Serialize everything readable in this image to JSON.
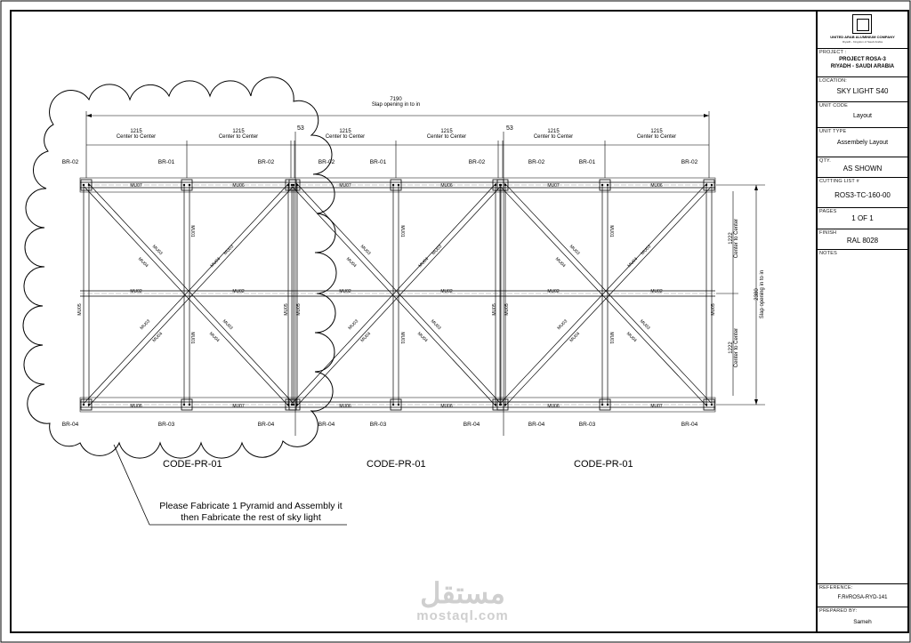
{
  "drawing": {
    "overall_width": "7190",
    "overall_width_note": "Slap opening in to in",
    "bay_widths": [
      {
        "value": "1215",
        "note": "Center to Center"
      },
      {
        "value": "1215",
        "note": "Center to Center"
      },
      {
        "value": "1215",
        "note": "Center to Center"
      },
      {
        "value": "1215",
        "note": "Center to Center"
      },
      {
        "value": "1215",
        "note": "Center to Center"
      },
      {
        "value": "1215",
        "note": "Center to Center"
      }
    ],
    "gap_labels": [
      "53",
      "53"
    ],
    "overall_height": "2380",
    "overall_height_note": "Slap opening in to in",
    "row_heights": [
      {
        "value": "1222",
        "note": "Center to Center"
      },
      {
        "value": "1222",
        "note": "Center to Center"
      }
    ],
    "top_brackets": [
      "BR-02",
      "BR-01",
      "BR-02",
      "BR-02",
      "BR-01",
      "BR-02",
      "BR-02",
      "BR-01",
      "BR-02"
    ],
    "bottom_brackets": [
      "BR-04",
      "BR-03",
      "BR-04",
      "BR-04",
      "BR-03",
      "BR-04",
      "BR-04",
      "BR-03",
      "BR-04"
    ],
    "top_members": [
      "MU07",
      "MU06",
      "MU07",
      "MU06",
      "MU07",
      "MU06"
    ],
    "mid_members": [
      "MU02",
      "MU02",
      "MU02",
      "MU02",
      "MU02",
      "MU02"
    ],
    "bottom_members": [
      "MU06",
      "MU07",
      "MU06",
      "MU06",
      "MU06",
      "MU07"
    ],
    "side_members": [
      "MU05",
      "MU05",
      "MU05",
      "MU05",
      "MU05",
      "MU05"
    ],
    "mullion_label": "MU01",
    "diagonal_labels": [
      "MU03",
      "MU04"
    ],
    "pyramid_codes": [
      "CODE-PR-01",
      "CODE-PR-01",
      "CODE-PR-01"
    ],
    "note_line1": "Please Fabricate 1 Pyramid and Assembly it",
    "note_line2": "then Fabricate the rest of sky light"
  },
  "title_block": {
    "company": "UNITED ARAB ALUMINIUM COMPANY",
    "company_sub": "Riyadh - Kingdom of Saudi Arabia",
    "project_label": "PROJECT :",
    "project_line1": "PROJECT ROSA-3",
    "project_line2": "RIYADH - SAUDI ARABIA",
    "location_label": "LOCATION:",
    "location": "SKY LIGHT S40",
    "unit_code_label": "UNIT CODE",
    "unit_code": "Layout",
    "unit_type_label": "UNIT TYPE",
    "unit_type": "Assembely Layout",
    "qty_label": "QTY.",
    "qty": "AS SHOWN",
    "cutting_label": "CUTTING LIST #",
    "cutting": "ROS3-TC-160-00",
    "pages_label": "PAGES",
    "pages": "1 OF 1",
    "finish_label": "FINISH",
    "finish": "RAL 8028",
    "notes_label": "NOTES",
    "reference_label": "REFERENCE:",
    "reference": "F.R#ROSA-RYD-141",
    "prepared_label": "PREPARED BY:",
    "prepared": "Sameh"
  },
  "watermark": {
    "arabic": "مستقل",
    "latin": "mostaql.com"
  }
}
